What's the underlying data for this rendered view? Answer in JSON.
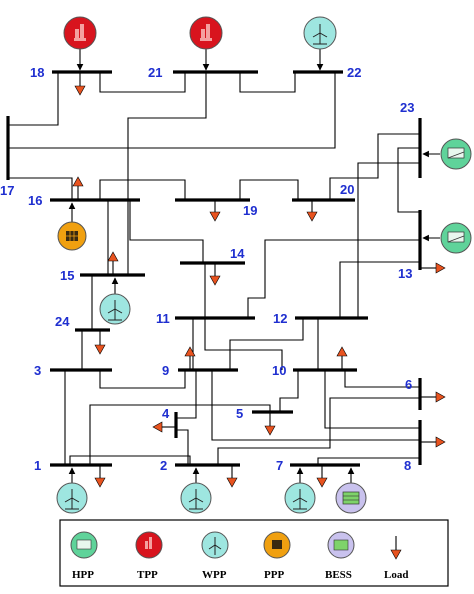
{
  "buses": [
    {
      "id": "1",
      "label": "1"
    },
    {
      "id": "2",
      "label": "2"
    },
    {
      "id": "3",
      "label": "3"
    },
    {
      "id": "4",
      "label": "4"
    },
    {
      "id": "5",
      "label": "5"
    },
    {
      "id": "6",
      "label": "6"
    },
    {
      "id": "7",
      "label": "7"
    },
    {
      "id": "8",
      "label": "8"
    },
    {
      "id": "9",
      "label": "9"
    },
    {
      "id": "10",
      "label": "10"
    },
    {
      "id": "11",
      "label": "11"
    },
    {
      "id": "12",
      "label": "12"
    },
    {
      "id": "13",
      "label": "13"
    },
    {
      "id": "14",
      "label": "14"
    },
    {
      "id": "15",
      "label": "15"
    },
    {
      "id": "16",
      "label": "16"
    },
    {
      "id": "17",
      "label": "17"
    },
    {
      "id": "18",
      "label": "18"
    },
    {
      "id": "19",
      "label": "19"
    },
    {
      "id": "20",
      "label": "20"
    },
    {
      "id": "21",
      "label": "21"
    },
    {
      "id": "22",
      "label": "22"
    },
    {
      "id": "23",
      "label": "23"
    },
    {
      "id": "24",
      "label": "24"
    }
  ],
  "generators": [
    {
      "bus": "18",
      "type": "TPP"
    },
    {
      "bus": "21",
      "type": "TPP"
    },
    {
      "bus": "22",
      "type": "WPP"
    },
    {
      "bus": "23",
      "type": "HPP"
    },
    {
      "bus": "13",
      "type": "HPP"
    },
    {
      "bus": "16",
      "type": "PPP"
    },
    {
      "bus": "15",
      "type": "WPP"
    },
    {
      "bus": "1",
      "type": "WPP"
    },
    {
      "bus": "2",
      "type": "WPP"
    },
    {
      "bus": "7",
      "type": "WPP"
    },
    {
      "bus": "7",
      "type": "BESS"
    }
  ],
  "legend": {
    "items": [
      {
        "key": "HPP",
        "label": "HPP"
      },
      {
        "key": "TPP",
        "label": "TPP"
      },
      {
        "key": "WPP",
        "label": "WPP"
      },
      {
        "key": "PPP",
        "label": "PPP"
      },
      {
        "key": "BESS",
        "label": "BESS"
      },
      {
        "key": "Load",
        "label": "Load"
      }
    ]
  },
  "colors": {
    "bus_label": "#1f2fd0",
    "load_arrow": "#e8531f",
    "tpp": "#d8141e",
    "hpp": "#5fd39a",
    "wpp": "#9ee6e0",
    "ppp": "#f0a010",
    "bess": "#c9c2ee"
  }
}
